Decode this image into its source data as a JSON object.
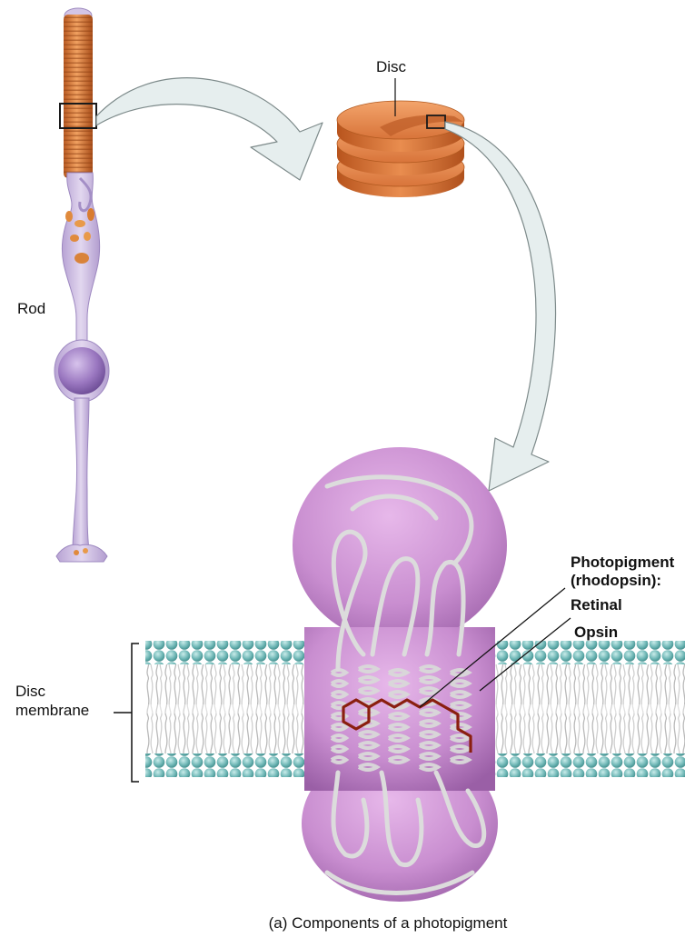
{
  "labels": {
    "disc": "Disc",
    "rod": "Rod",
    "photopigment_line1": "Photopigment",
    "photopigment_line2": "(rhodopsin):",
    "retinal": "Retinal",
    "opsin": "Opsin",
    "disc_membrane_line1": "Disc",
    "disc_membrane_line2": "membrane"
  },
  "caption": "(a) Components of a photopigment",
  "colors": {
    "rod_outer_segment": "#d9793a",
    "rod_body": "#c8b6dd",
    "nucleus": "#8f6ab3",
    "disc": "#d8743a",
    "protein": "#c98ed0",
    "membrane_head": "#6fb7b6",
    "retinal_line": "#8a1f0f",
    "arrow_fill": "#e6eeee"
  }
}
